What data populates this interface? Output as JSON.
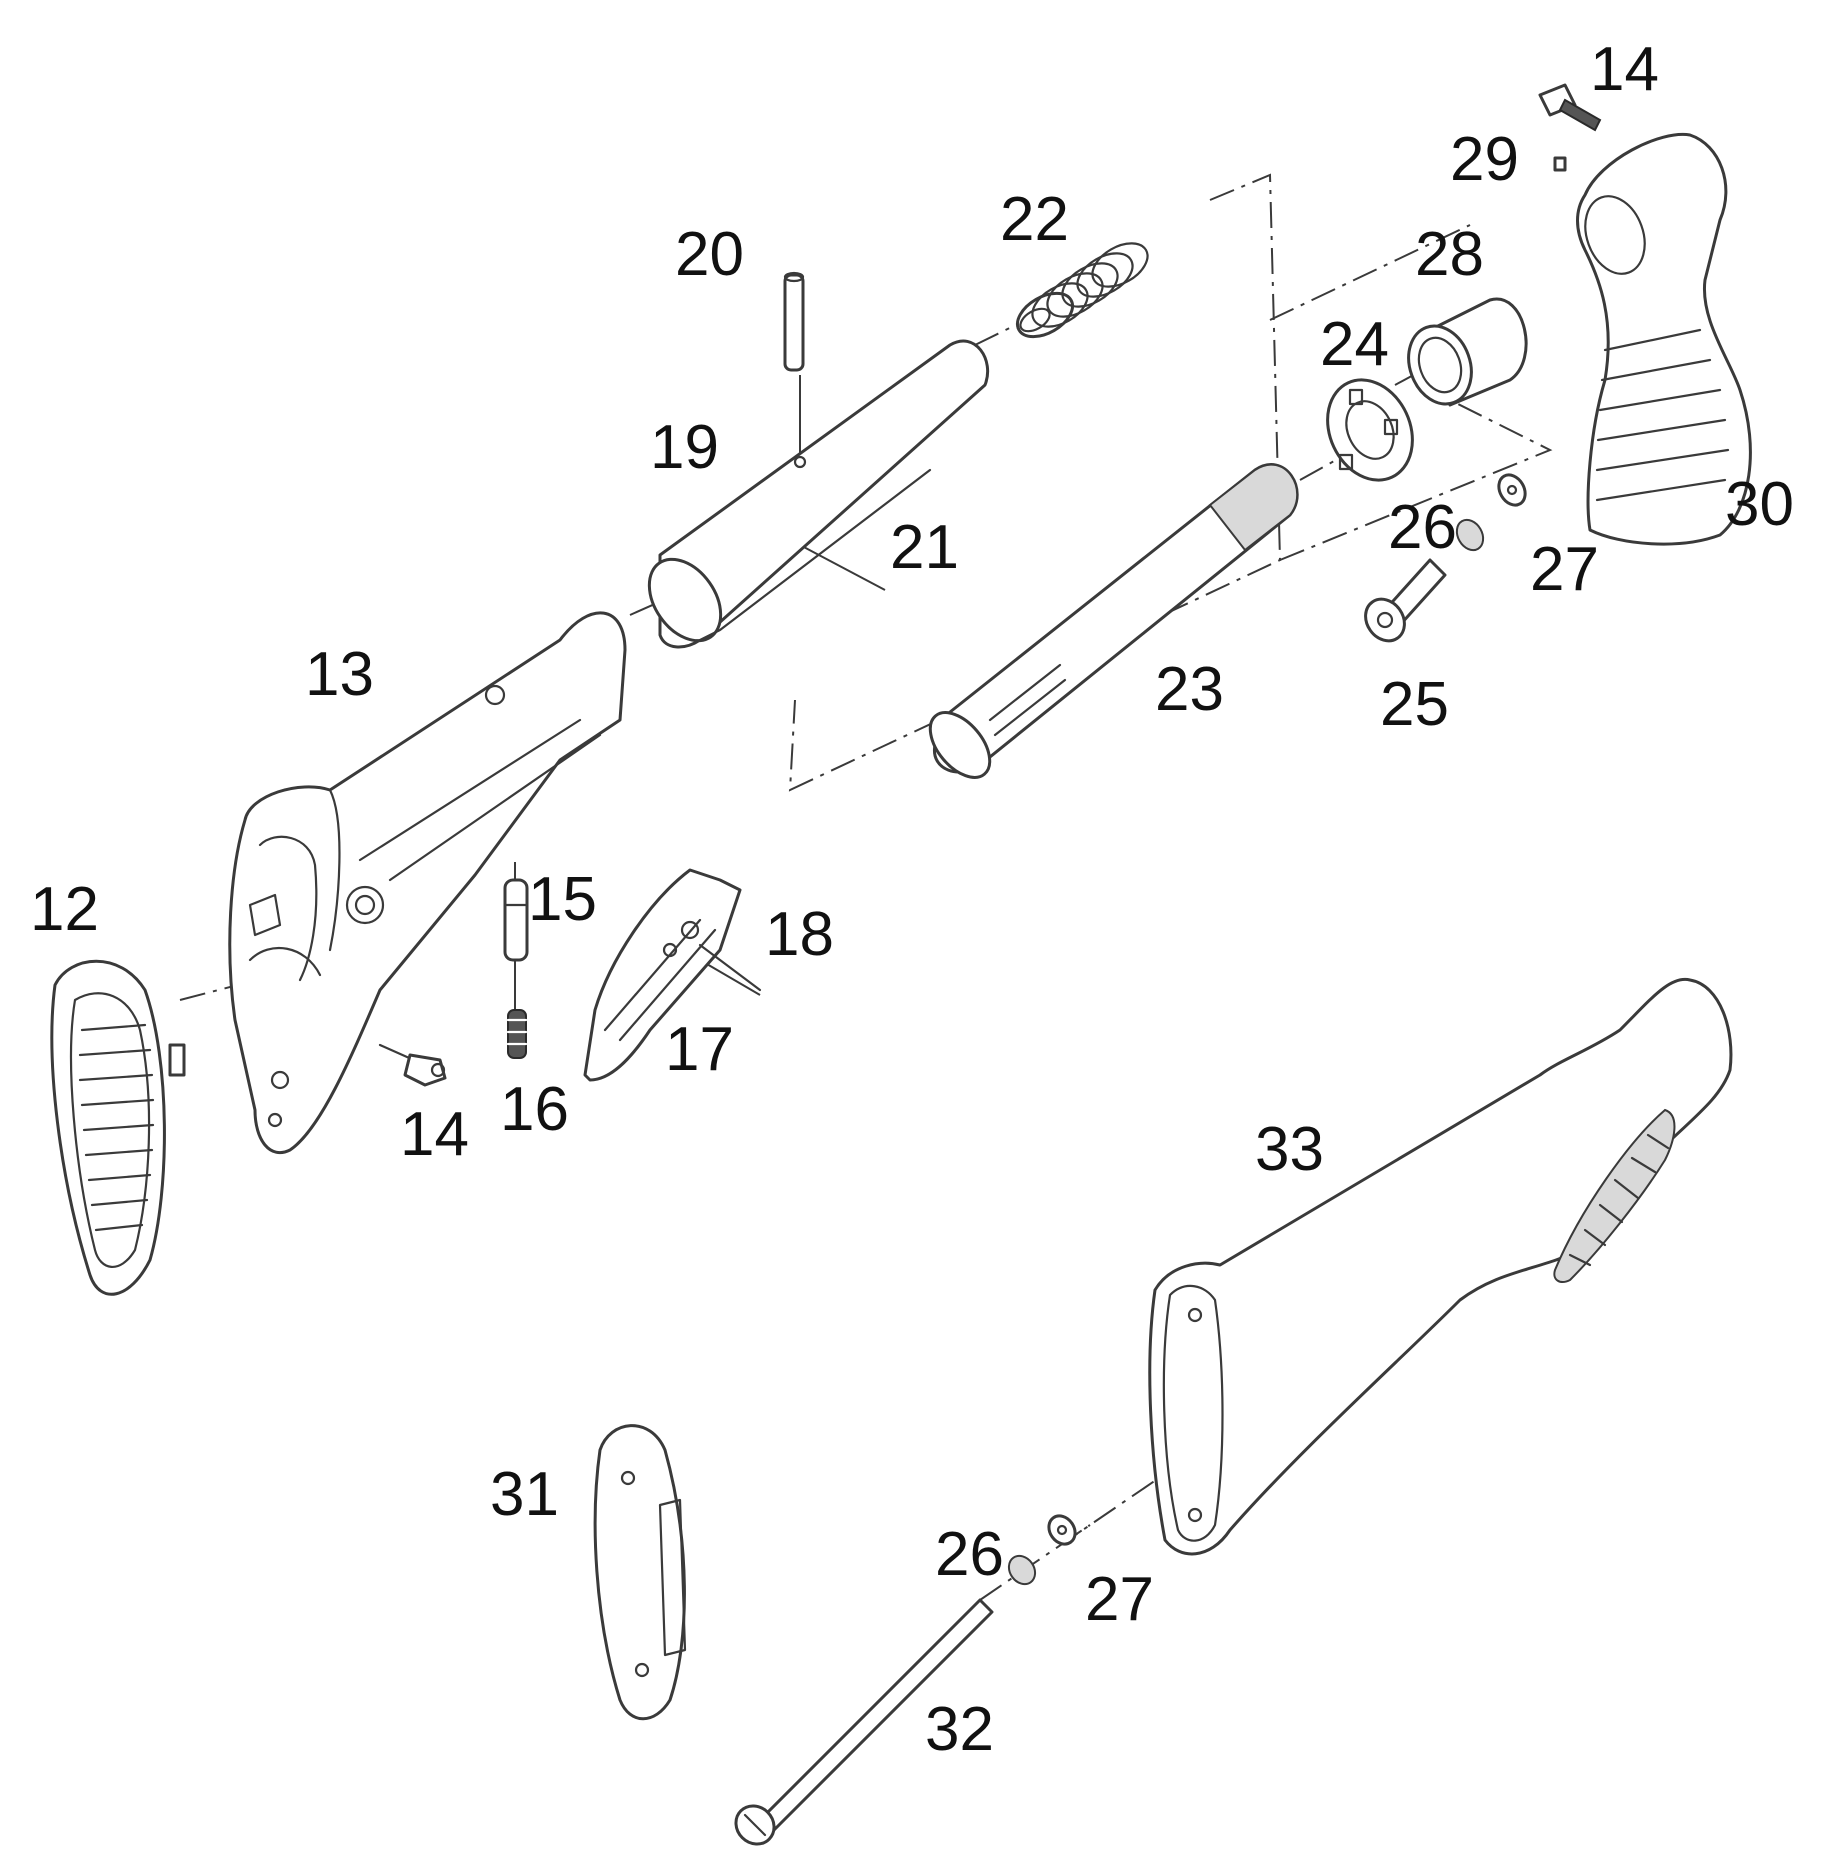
{
  "diagram": {
    "callouts": [
      {
        "id": "c12",
        "text": "12"
      },
      {
        "id": "c13",
        "text": "13"
      },
      {
        "id": "c14a",
        "text": "14"
      },
      {
        "id": "c14b",
        "text": "14"
      },
      {
        "id": "c15",
        "text": "15"
      },
      {
        "id": "c16",
        "text": "16"
      },
      {
        "id": "c17",
        "text": "17"
      },
      {
        "id": "c18",
        "text": "18"
      },
      {
        "id": "c19",
        "text": "19"
      },
      {
        "id": "c20",
        "text": "20"
      },
      {
        "id": "c21",
        "text": "21"
      },
      {
        "id": "c22",
        "text": "22"
      },
      {
        "id": "c23",
        "text": "23"
      },
      {
        "id": "c24",
        "text": "24"
      },
      {
        "id": "c25",
        "text": "25"
      },
      {
        "id": "c26a",
        "text": "26"
      },
      {
        "id": "c26b",
        "text": "26"
      },
      {
        "id": "c27a",
        "text": "27"
      },
      {
        "id": "c27b",
        "text": "27"
      },
      {
        "id": "c28",
        "text": "28"
      },
      {
        "id": "c29",
        "text": "29"
      },
      {
        "id": "c30",
        "text": "30"
      },
      {
        "id": "c31",
        "text": "31"
      },
      {
        "id": "c32",
        "text": "32"
      },
      {
        "id": "c33",
        "text": "33"
      }
    ]
  }
}
